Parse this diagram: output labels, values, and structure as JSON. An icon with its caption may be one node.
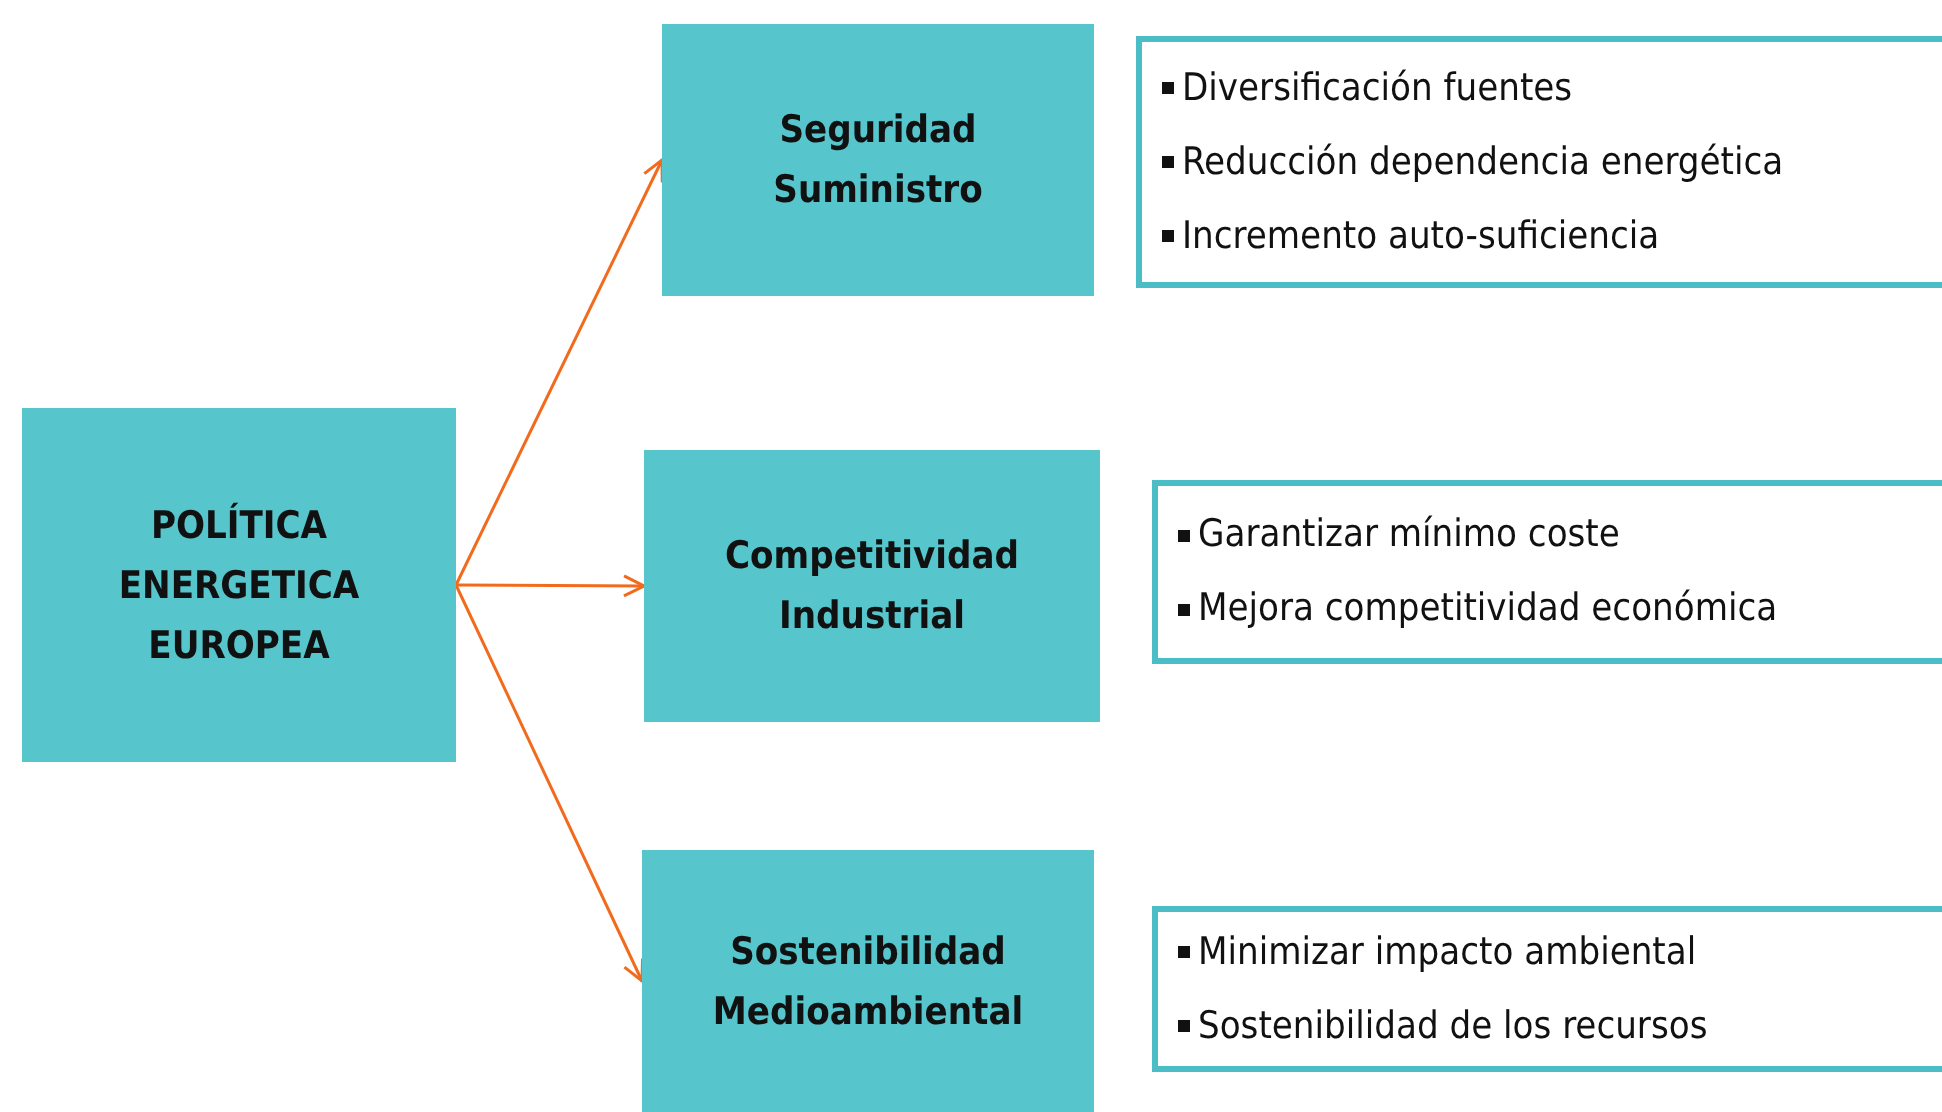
{
  "diagram": {
    "nodes": [
      {
        "text": [
          "POLÍTICA ENERGETICA EUROPEA"
        ]
      },
      {
        "text": [
          "Seguridad Suministro"
        ]
      },
      {
        "text": [
          "Diversificación fuentes",
          "Reducción dependencia energética",
          "Incremento auto-suficiencia"
        ]
      },
      {
        "text": [
          "Competitividad Industrial"
        ]
      },
      {
        "text": [
          "Garantizar mínimo coste",
          "Mejora competitividad económica"
        ]
      },
      {
        "text": [
          "Sostenibilidad Medioambiental"
        ]
      },
      {
        "text": [
          "Minimizar impacto ambiental",
          "Sostenibilidad de los recursos"
        ]
      }
    ],
    "edges": [
      {
        "from": 0,
        "to": 1,
        "arrow": "to"
      },
      {
        "from": 0,
        "to": 3,
        "arrow": "to"
      },
      {
        "from": 0,
        "to": 5,
        "arrow": "to"
      }
    ]
  }
}
